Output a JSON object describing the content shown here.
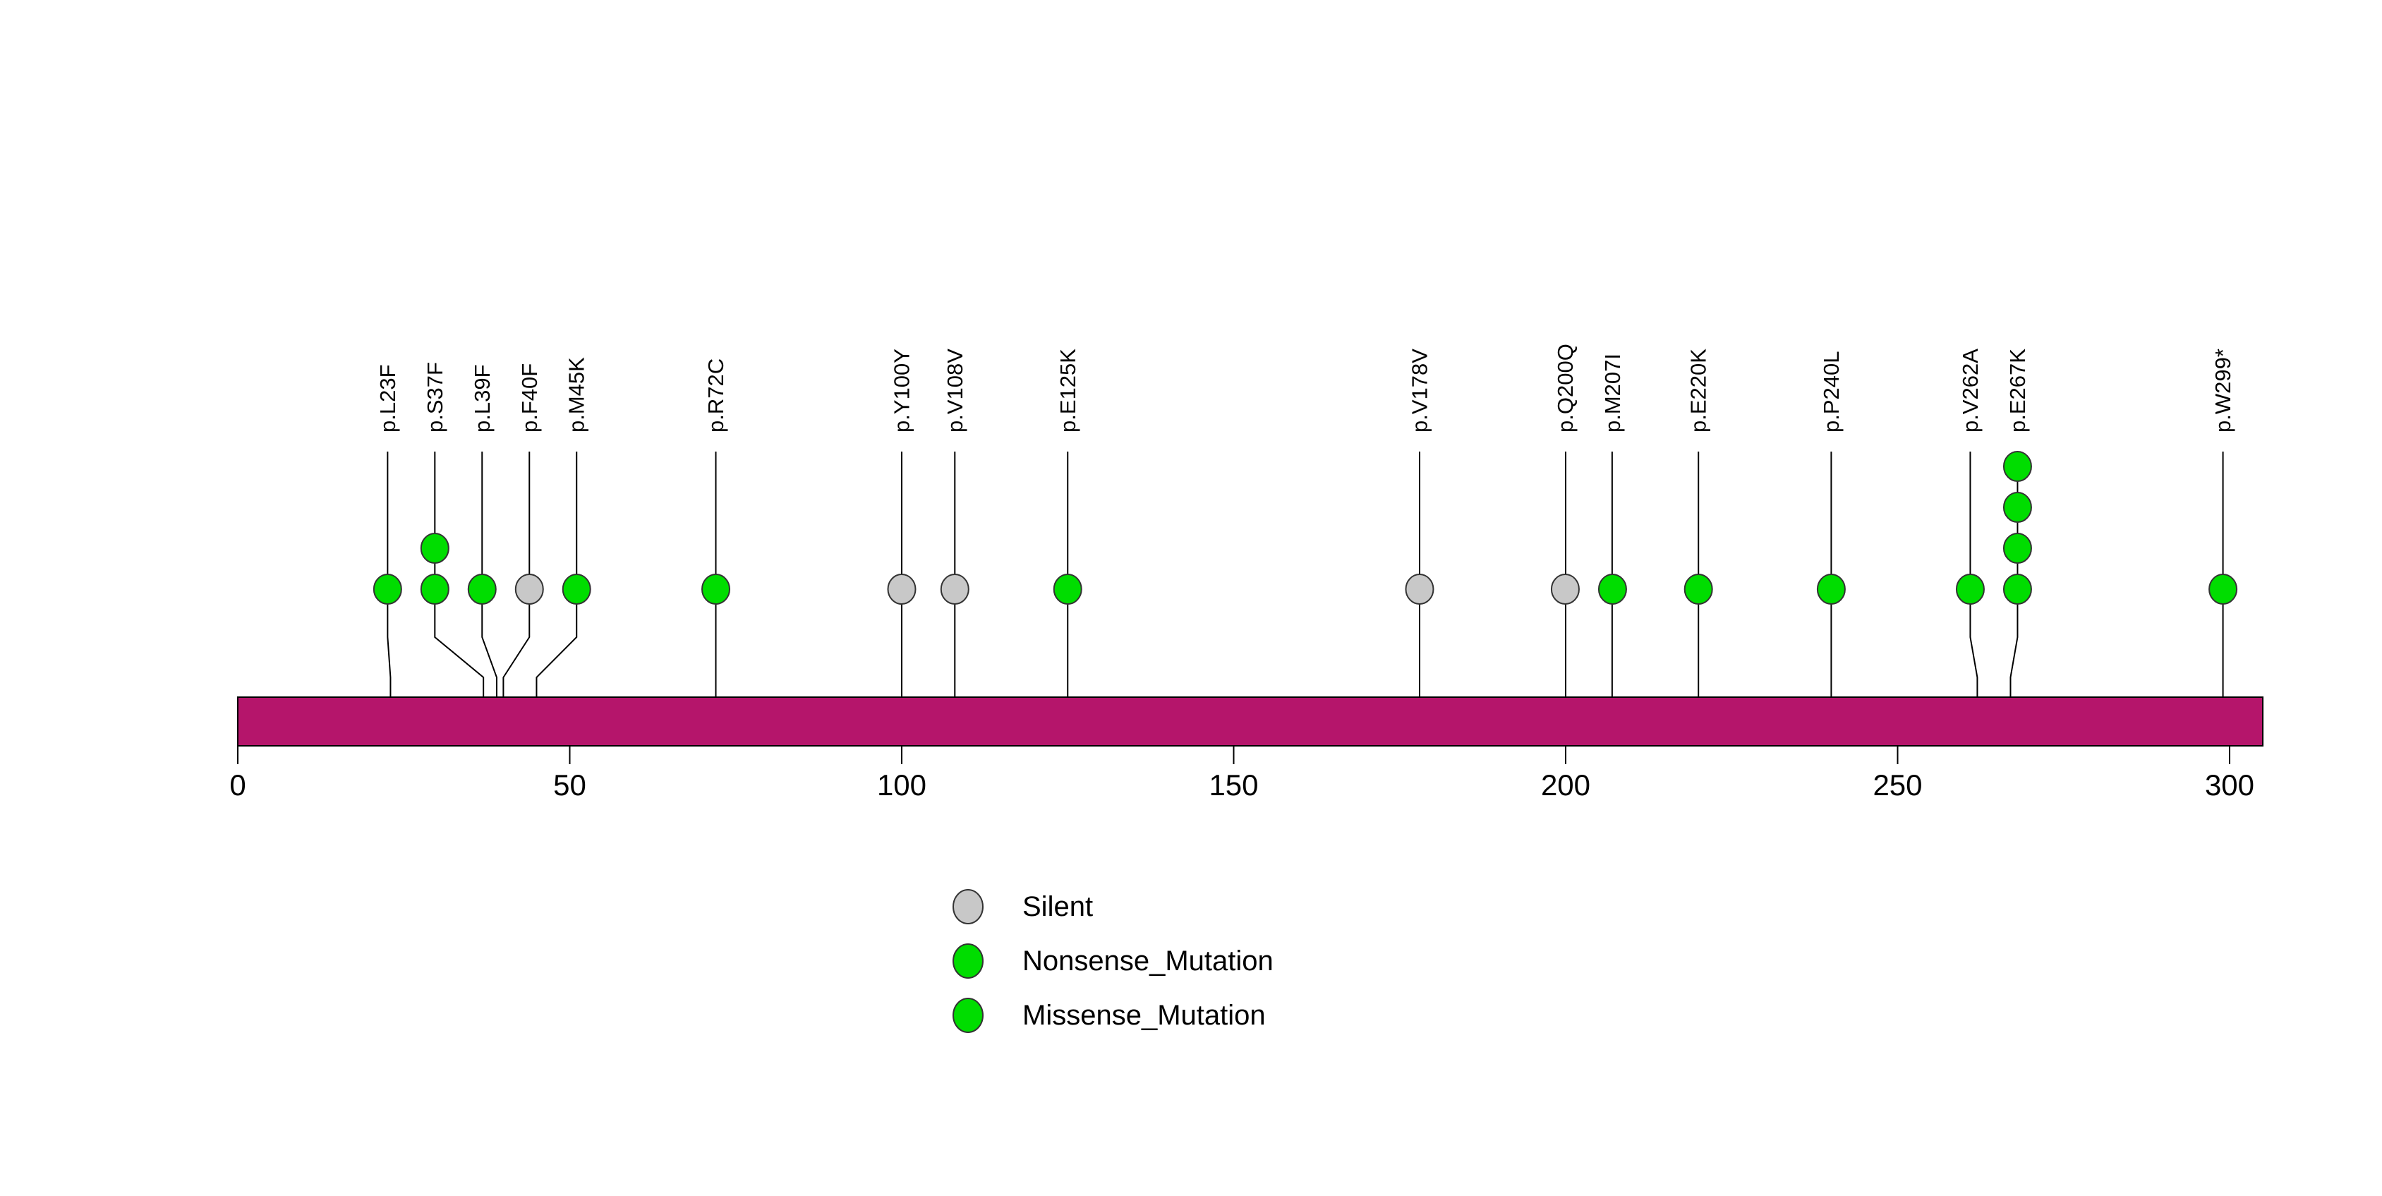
{
  "chart_data": {
    "type": "lollipop",
    "title": "",
    "xlabel": "",
    "ylabel": "",
    "x_ticks": [
      0,
      50,
      100,
      150,
      200,
      250,
      300
    ],
    "xlim": [
      0,
      305
    ],
    "protein_length": 305,
    "grid": false,
    "legend_position": "bottom-center",
    "colors": {
      "protein_bar": "#B5156B",
      "bar_border": "#000000",
      "stem": "#000000",
      "circle_border": "#333333",
      "background": "#FFFFFF",
      "Silent": "#C8C8C8",
      "Nonsense_Mutation": "#00DD00",
      "Missense_Mutation": "#00DD00"
    },
    "mutations": [
      {
        "label": "p.L23F",
        "position": 23,
        "count": 1,
        "class": "Missense_Mutation"
      },
      {
        "label": "p.S37F",
        "position": 37,
        "count": 2,
        "class": "Missense_Mutation"
      },
      {
        "label": "p.L39F",
        "position": 39,
        "count": 1,
        "class": "Missense_Mutation"
      },
      {
        "label": "p.F40F",
        "position": 40,
        "count": 1,
        "class": "Silent"
      },
      {
        "label": "p.M45K",
        "position": 45,
        "count": 1,
        "class": "Missense_Mutation"
      },
      {
        "label": "p.R72C",
        "position": 72,
        "count": 1,
        "class": "Missense_Mutation"
      },
      {
        "label": "p.Y100Y",
        "position": 100,
        "count": 1,
        "class": "Silent"
      },
      {
        "label": "p.V108V",
        "position": 108,
        "count": 1,
        "class": "Silent"
      },
      {
        "label": "p.E125K",
        "position": 125,
        "count": 1,
        "class": "Missense_Mutation"
      },
      {
        "label": "p.V178V",
        "position": 178,
        "count": 1,
        "class": "Silent"
      },
      {
        "label": "p.Q200Q",
        "position": 200,
        "count": 1,
        "class": "Silent"
      },
      {
        "label": "p.M207I",
        "position": 207,
        "count": 1,
        "class": "Missense_Mutation"
      },
      {
        "label": "p.E220K",
        "position": 220,
        "count": 1,
        "class": "Missense_Mutation"
      },
      {
        "label": "p.P240L",
        "position": 240,
        "count": 1,
        "class": "Missense_Mutation"
      },
      {
        "label": "p.V262A",
        "position": 262,
        "count": 1,
        "class": "Missense_Mutation"
      },
      {
        "label": "p.E267K",
        "position": 267,
        "count": 4,
        "class": "Missense_Mutation"
      },
      {
        "label": "p.W299*",
        "position": 299,
        "count": 1,
        "class": "Nonsense_Mutation"
      }
    ],
    "legend": [
      {
        "label": "Silent",
        "color": "#C8C8C8"
      },
      {
        "label": "Nonsense_Mutation",
        "color": "#00DD00"
      },
      {
        "label": "Missense_Mutation",
        "color": "#00DD00"
      }
    ]
  }
}
